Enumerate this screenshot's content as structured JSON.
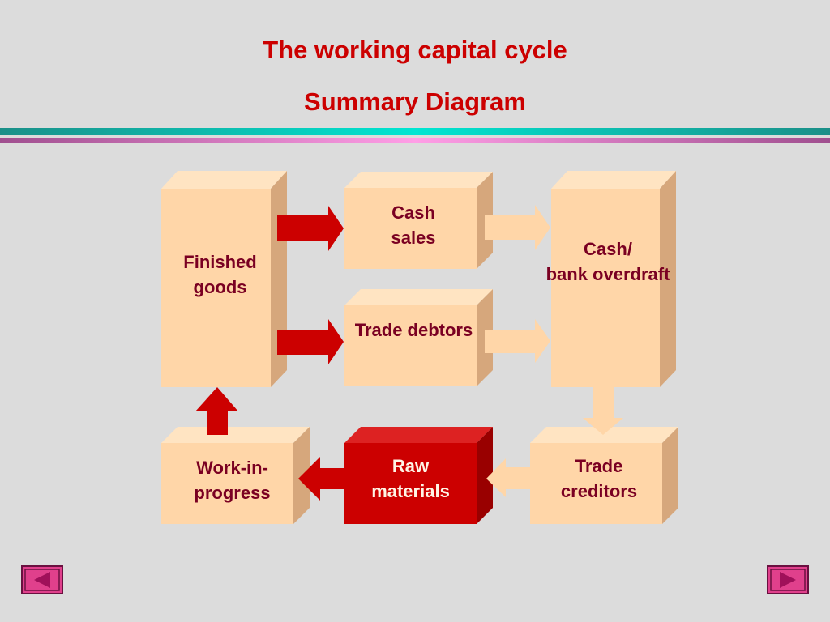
{
  "title": "The working capital cycle",
  "subtitle": "Summary Diagram",
  "nodes": {
    "finished_goods": "Finished\ngoods",
    "cash_sales": "Cash\nsales",
    "trade_debtors": "Trade debtors",
    "cash_bank": "Cash/\nbank overdraft",
    "work_in_progress": "Work-in-\nprogress",
    "raw_materials": "Raw\nmaterials",
    "trade_creditors": "Trade\ncreditors"
  },
  "nav": {
    "prev_icon": "triangle-left-icon",
    "next_icon": "triangle-right-icon"
  },
  "colors": {
    "title": "#cc0000",
    "box_face": "#ffd6a8",
    "box_top": "#ffe4c2",
    "box_side": "#d6a77c",
    "highlight_face": "#cc0000",
    "arrow_red": "#cc0000",
    "arrow_light": "#ffd6a8",
    "label": "#7a0022"
  }
}
